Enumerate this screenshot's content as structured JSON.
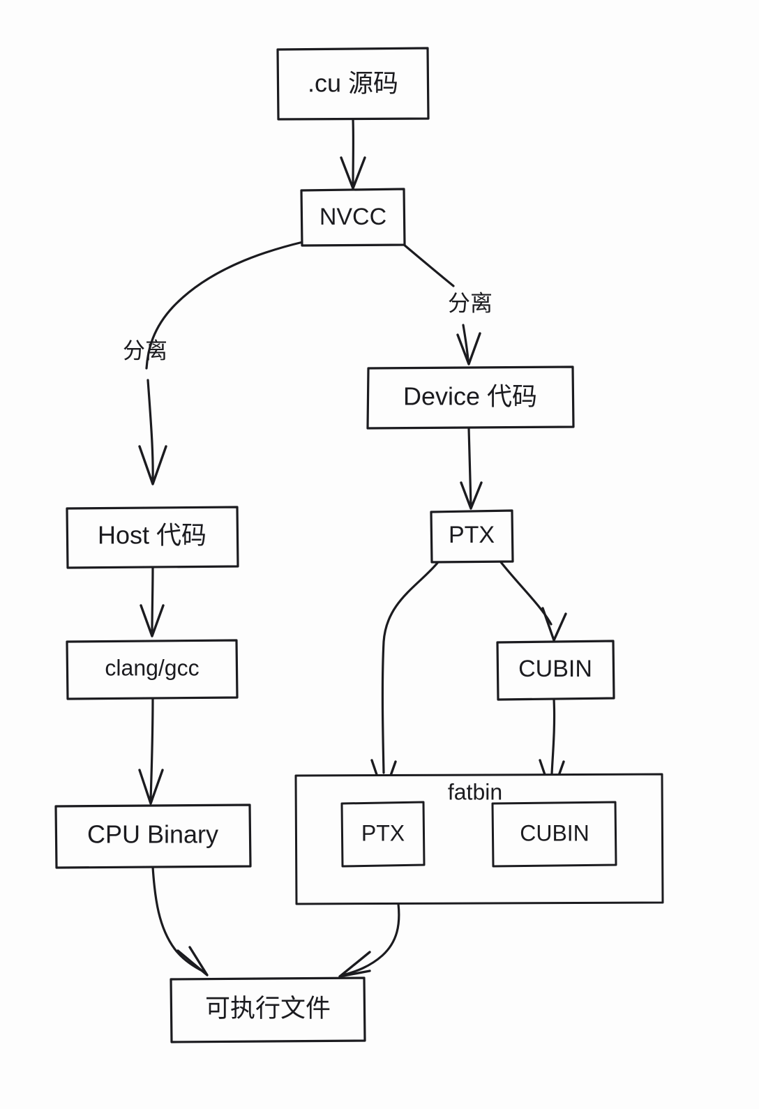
{
  "diagram": {
    "title": "NVCC CUDA compilation pipeline",
    "style": "hand-drawn",
    "background_color": "#fdfdfd",
    "stroke_color": "#1b1b1f",
    "nodes": {
      "cu_source": ".cu 源码",
      "nvcc": "NVCC",
      "host_code": "Host 代码",
      "device_code": "Device 代码",
      "clang_gcc": "clang/gcc",
      "ptx": "PTX",
      "cpu_binary": "CPU Binary",
      "cubin": "CUBIN",
      "fatbin": "fatbin",
      "fatbin_ptx": "PTX",
      "fatbin_cubin": "CUBIN",
      "executable": "可执行文件"
    },
    "edge_labels": {
      "split_left": "分离",
      "split_right": "分离"
    },
    "edges": [
      {
        "from": "cu_source",
        "to": "nvcc",
        "label": ""
      },
      {
        "from": "nvcc",
        "to": "host_code",
        "label": "分离"
      },
      {
        "from": "nvcc",
        "to": "device_code",
        "label": "分离"
      },
      {
        "from": "host_code",
        "to": "clang_gcc",
        "label": ""
      },
      {
        "from": "clang_gcc",
        "to": "cpu_binary",
        "label": ""
      },
      {
        "from": "device_code",
        "to": "ptx",
        "label": ""
      },
      {
        "from": "ptx",
        "to": "cubin",
        "label": ""
      },
      {
        "from": "ptx",
        "to": "fatbin_ptx",
        "label": ""
      },
      {
        "from": "cubin",
        "to": "fatbin_cubin",
        "label": ""
      },
      {
        "from": "cpu_binary",
        "to": "executable",
        "label": ""
      },
      {
        "from": "fatbin",
        "to": "executable",
        "label": ""
      }
    ]
  }
}
